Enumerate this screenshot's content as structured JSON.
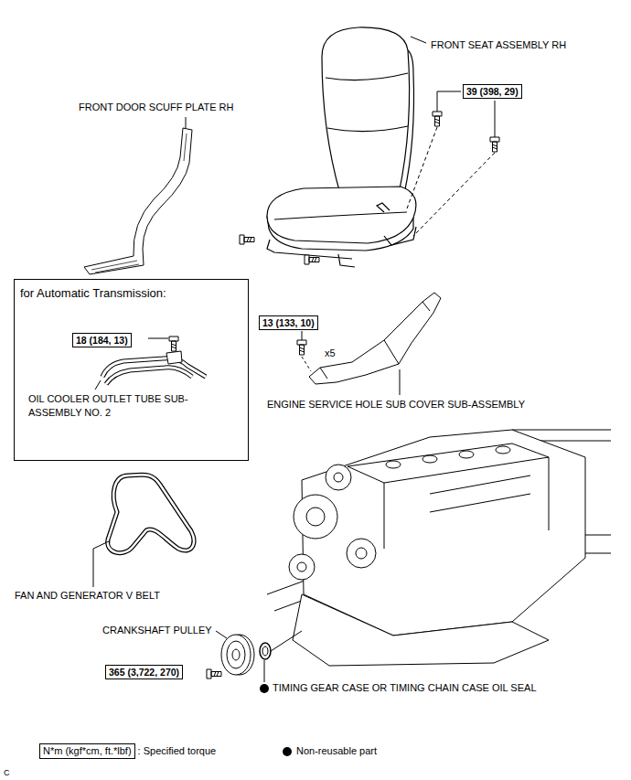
{
  "diagram": {
    "nodes": [
      {
        "text": [
          "39 (398, 29)"
        ]
      },
      {
        "text": [
          "for Automatic Transmission:",
          "OIL COOLER OUTLET TUBE SUB-ASSEMBLY NO. 2"
        ]
      },
      {
        "text": [
          "18 (184, 13)"
        ],
        "in": 1
      },
      {
        "text": [
          "13 (133, 10)"
        ]
      },
      {
        "text": [
          "365 (3,722, 270)"
        ]
      },
      {
        "text": [
          "N*m (kgf*cm, ft.*lbf)"
        ]
      }
    ],
    "labels": [
      "FRONT SEAT ASSEMBLY RH",
      "FRONT DOOR SCUFF PLATE RH",
      "x5",
      "ENGINE SERVICE HOLE SUB COVER SUB-ASSEMBLY",
      "FAN AND GENERATOR V BELT",
      "CRANKSHAFT PULLEY",
      "TIMING GEAR CASE OR TIMING CHAIN CASE OIL SEAL",
      ": Specified torque",
      "C"
    ],
    "legend": [
      {
        "text": "Non-reusable part"
      }
    ]
  }
}
